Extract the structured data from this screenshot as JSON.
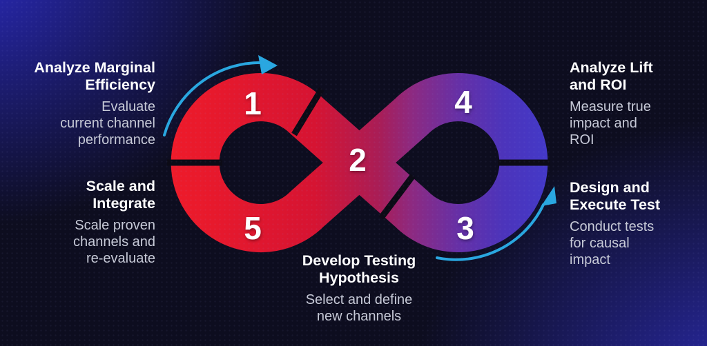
{
  "diagram_title": "Marketing testing infinity loop",
  "palette": {
    "background_base": "#0d0d1f",
    "corner_glow": "#2b2bc0",
    "separator": "#0c0b16",
    "heading_text": "#ffffff",
    "body_text": "#c7cad7",
    "arrow": "#29a7e0",
    "loop_gradient": [
      "#ee1b2a",
      "#d61432",
      "#a91d56",
      "#8c2a82",
      "#6630a6",
      "#4c34bb",
      "#4339c8"
    ]
  },
  "stages": [
    {
      "number": "1",
      "title": "Analyze Marginal\nEfficiency",
      "description": "Evaluate\ncurrent channel\nperformance"
    },
    {
      "number": "2",
      "title": "Develop Testing\nHypothesis",
      "description": "Select and define\nnew channels"
    },
    {
      "number": "3",
      "title": "Design and\nExecute Test",
      "description": "Conduct tests\nfor causal\nimpact"
    },
    {
      "number": "4",
      "title": "Analyze Lift\nand ROI",
      "description": "Measure true\nimpact and\nROI"
    },
    {
      "number": "5",
      "title": "Scale and\nIntegrate",
      "description": "Scale proven\nchannels and\nre-evaluate"
    }
  ]
}
